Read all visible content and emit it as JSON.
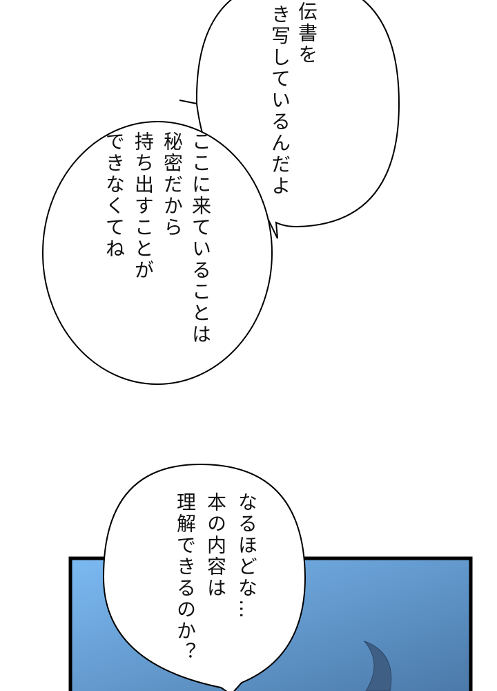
{
  "bubbles": [
    {
      "lines": [
        "伝書を",
        "き写しているんだよ"
      ]
    },
    {
      "lines": [
        "ここに来ていることは",
        "秘密だから",
        "持ち出すことが",
        "できなくてね"
      ]
    },
    {
      "lines": [
        "なるほどな…",
        "本の内容は",
        "理解できるのか？"
      ]
    }
  ],
  "colors": {
    "panel_sky_light": "#7cbaf2",
    "panel_sky_dark": "#4a78a8",
    "ink": "#111111"
  }
}
